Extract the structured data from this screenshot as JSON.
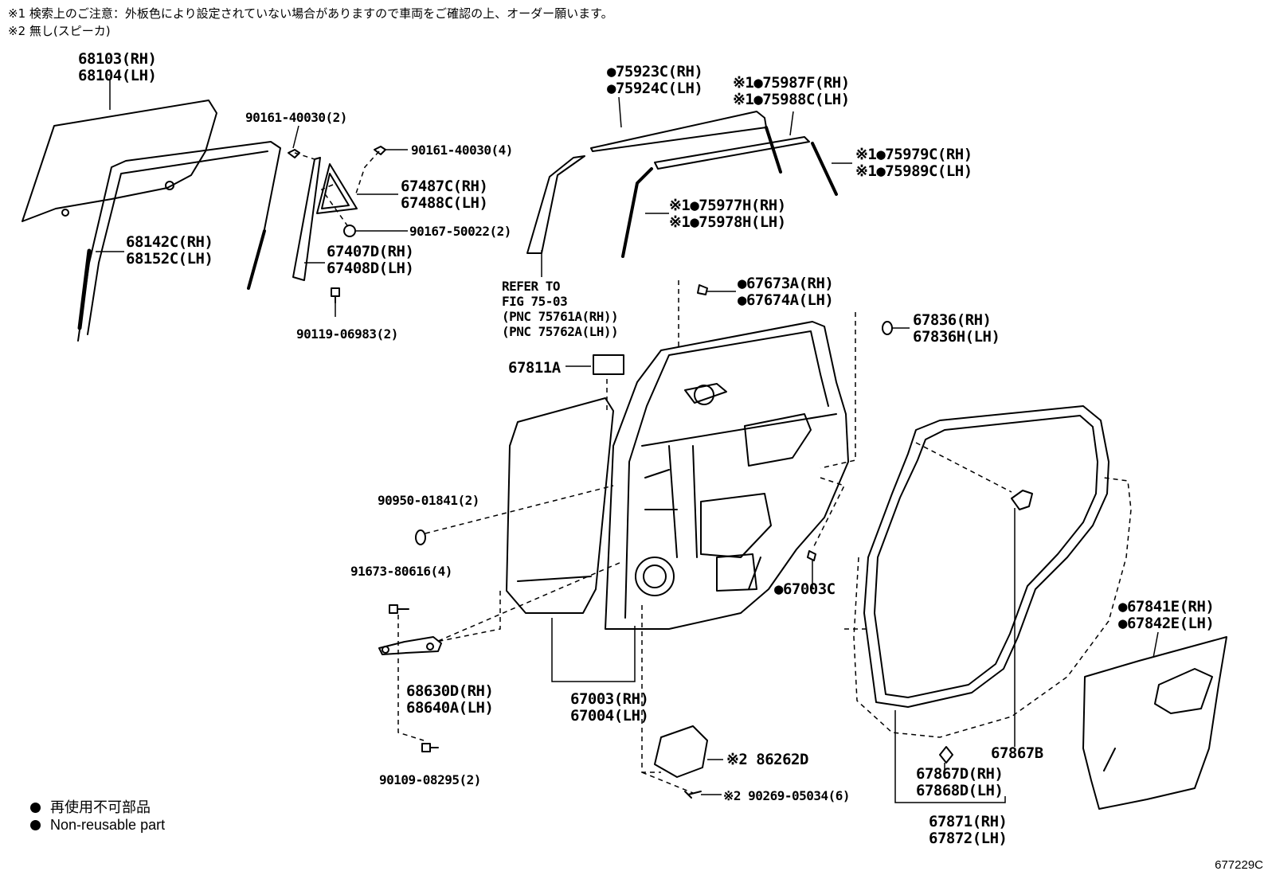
{
  "notes": {
    "note1": "※1 検索上のご注意：外板色により設定されていない場合がありますので車両をご確認の上、オーダー願います。",
    "note2": "※2 無し(スピーカ)"
  },
  "parts": {
    "p68103": [
      "68103(RH)",
      "68104(LH)"
    ],
    "p90161a": "90161-40030(2)",
    "p90161b": "90161-40030(4)",
    "p67487": [
      "67487C(RH)",
      "67488C(LH)"
    ],
    "p90167": "90167-50022(2)",
    "p68142": [
      "68142C(RH)",
      "68152C(LH)"
    ],
    "p67407": [
      "67407D(RH)",
      "67408D(LH)"
    ],
    "p90119": "90119-06983(2)",
    "p75923": [
      "●75923C(RH)",
      "●75924C(LH)"
    ],
    "p75987": [
      "※1●75987F(RH)",
      "※1●75988C(LH)"
    ],
    "p75979": [
      "※1●75979C(RH)",
      "※1●75989C(LH)"
    ],
    "p75977": [
      "※1●75977H(RH)",
      "※1●75978H(LH)"
    ],
    "refer": [
      "REFER TO",
      "FIG 75-03",
      "(PNC 75761A(RH))",
      "(PNC 75762A(LH))"
    ],
    "p67673": [
      "●67673A(RH)",
      "●67674A(LH)"
    ],
    "p67836": [
      "67836(RH)",
      "67836H(LH)"
    ],
    "p67811": "67811A",
    "p90950": "90950-01841(2)",
    "p67003c": "●67003C",
    "p91673": "91673-80616(4)",
    "p68630": [
      "68630D(RH)",
      "68640A(LH)"
    ],
    "p67003": [
      "67003(RH)",
      "67004(LH)"
    ],
    "p67841": [
      "●67841E(RH)",
      "●67842E(LH)"
    ],
    "p67867b": "67867B",
    "p86262": "※2 86262D",
    "p67867d": [
      "67867D(RH)",
      "67868D(LH)"
    ],
    "p90109": "90109-08295(2)",
    "p90269": "※2 90269-05034(6)",
    "p67871": [
      "67871(RH)",
      "67872(LH)"
    ]
  },
  "legend": {
    "jp": "再使用不可部品",
    "en": "Non-reusable part"
  },
  "figure_number": "677229C"
}
